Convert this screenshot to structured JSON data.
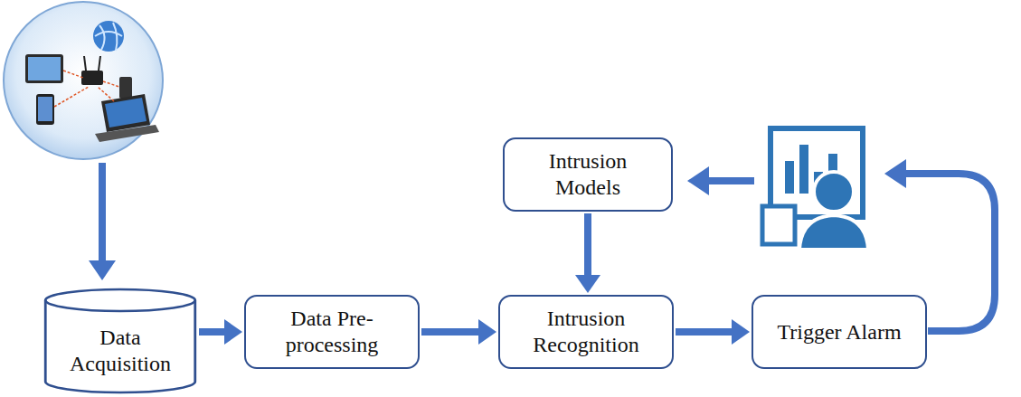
{
  "diagram": {
    "nodes": [
      {
        "text": [
          "Data Acquisition"
        ]
      },
      {
        "text": [
          "Data Pre-processing"
        ]
      },
      {
        "text": [
          "Intrusion Models"
        ]
      },
      {
        "text": [
          "Intrusion Recognition"
        ]
      },
      {
        "text": [
          "Trigger Alarm"
        ]
      }
    ],
    "edges": [
      {
        "from": 0,
        "to": 1,
        "arrow": "to"
      },
      {
        "from": 1,
        "to": 3,
        "arrow": "to"
      },
      {
        "from": 2,
        "to": 3,
        "arrow": "to"
      },
      {
        "from": 3,
        "to": 4,
        "arrow": "to"
      }
    ]
  }
}
